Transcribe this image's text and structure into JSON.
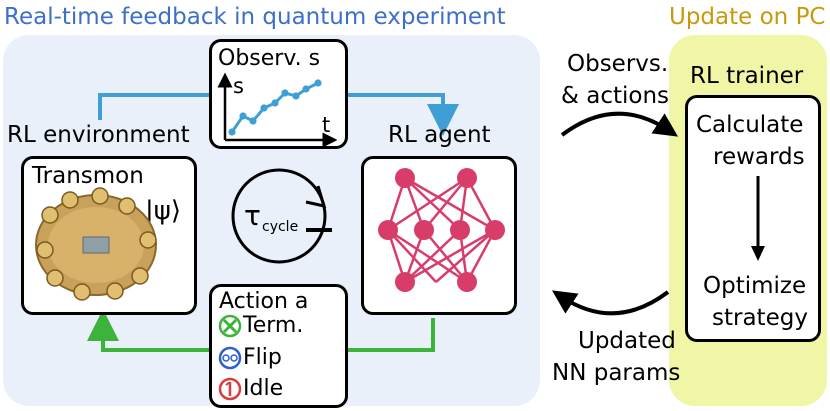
{
  "title_left": "Real-time feedback in quantum experiment",
  "title_right": "Update on PC",
  "colors": {
    "blue_title": "#3d6fc8",
    "gold_title": "#c79a0c",
    "blue_arrow": "#3f9fd5",
    "green_arrow": "#3cb43c",
    "nn_pink": "#d83d6a",
    "panel_left_bg": "#e9f0fa",
    "panel_right_bg": "#f0f6a6"
  },
  "observ": {
    "title": "Observ. s",
    "y_axis": "s",
    "x_axis": "t"
  },
  "rl_environment": "RL environment",
  "rl_agent": "RL agent",
  "transmon": {
    "title": "Transmon",
    "state": "|ψ⟩"
  },
  "cycle": {
    "symbol": "τ",
    "subscript": "cycle"
  },
  "action": {
    "title": "Action a",
    "items": [
      {
        "label": "Term.",
        "icon": "green-x-icon"
      },
      {
        "label": "Flip",
        "icon": "blue-flip-icon"
      },
      {
        "label": "Idle",
        "icon": "red-one-icon"
      }
    ]
  },
  "right_flow": {
    "top_label_1": "Observs.",
    "top_label_2": "& actions",
    "bottom_label_1": "Updated",
    "bottom_label_2": "NN params"
  },
  "trainer": {
    "title": "RL trainer",
    "step1_line1": "Calculate",
    "step1_line2": "rewards",
    "step2_line1": "Optimize",
    "step2_line2": "strategy"
  }
}
